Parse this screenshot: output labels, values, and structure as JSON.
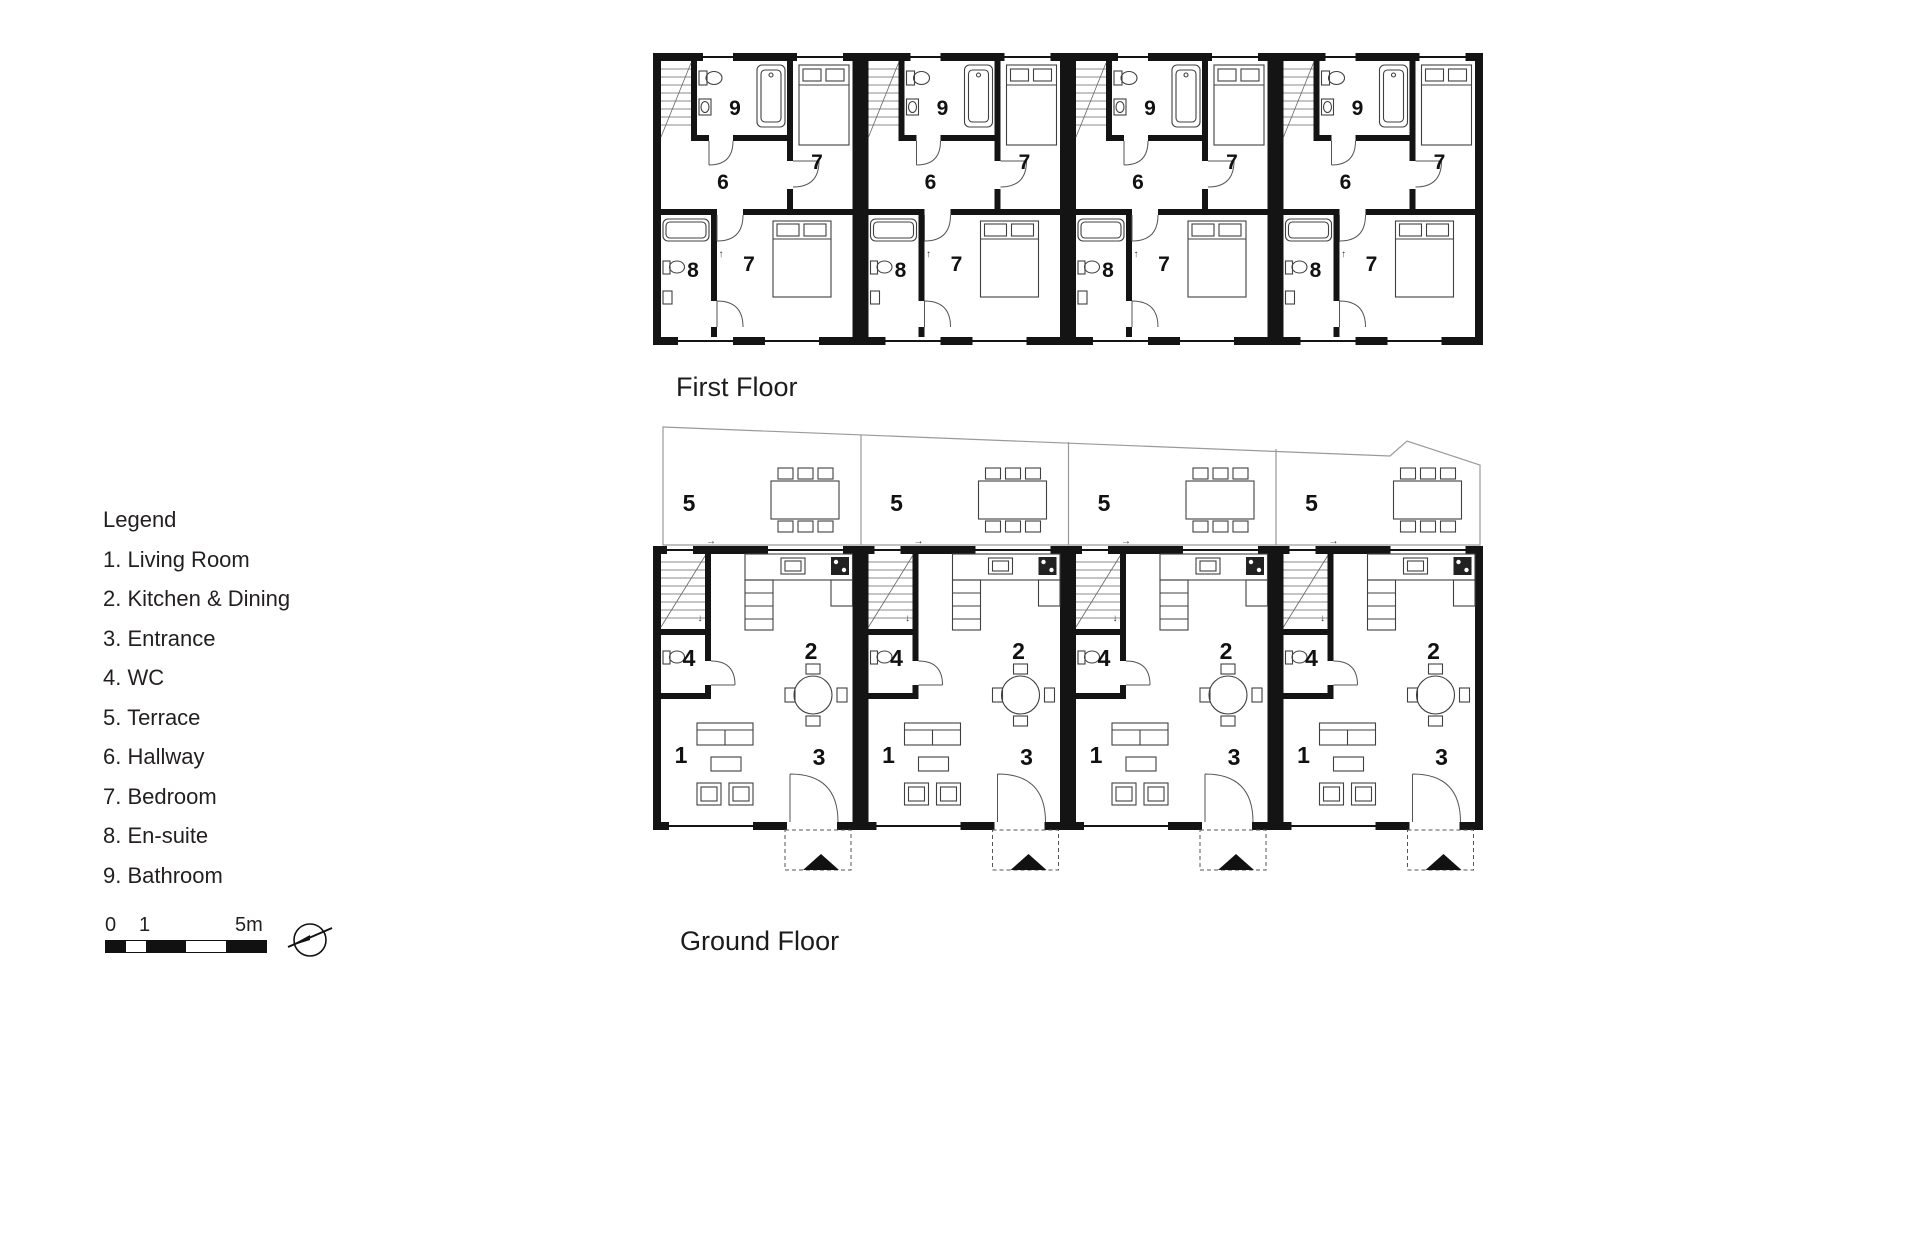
{
  "legend": {
    "title": "Legend",
    "items": [
      "1. Living Room",
      "2. Kitchen & Dining",
      "3. Entrance",
      "4. WC",
      "5. Terrace",
      "6. Hallway",
      "7. Bedroom",
      "8. En-suite",
      "9. Bathroom"
    ]
  },
  "scale_bar": {
    "zero": "0",
    "one": "1",
    "five": "5m"
  },
  "floors": {
    "first": {
      "title": "First Floor",
      "rooms": {
        "bathroom": "9",
        "bedroom_top": "7",
        "hallway": "6",
        "ensuite": "8",
        "bedroom_bottom": "7"
      }
    },
    "ground": {
      "title": "Ground Floor",
      "rooms": {
        "terrace": "5",
        "kitchen_dining": "2",
        "wc": "4",
        "living": "1",
        "entrance": "3"
      }
    }
  },
  "marks": {
    "terrace_arrow": "→",
    "stair_up": "↑",
    "stair_down": "↓"
  },
  "units_count": 4
}
